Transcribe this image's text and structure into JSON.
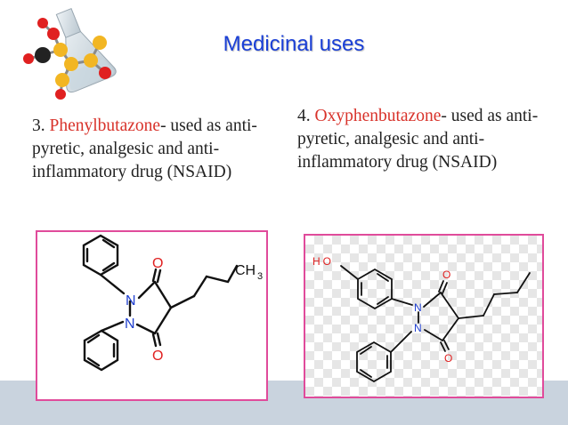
{
  "title": "Medicinal uses",
  "item3": {
    "number": "3. ",
    "drug": "Phenylbutazone",
    "rest": "- used as anti-pyretic, analgesic and anti-inflammatory drug (NSAID)"
  },
  "item4": {
    "number": "4. ",
    "drug": "Oxyphenbutazone",
    "rest": "- used as anti-pyretic, analgesic and anti-inflammatory drug (NSAID)"
  },
  "structure1": {
    "atom_O_top": "O",
    "atom_O_bottom": "O",
    "atom_N1": "N",
    "atom_N2": "N",
    "atom_CH": "CH",
    "atom_sub3": "3"
  },
  "structure2": {
    "atom_HO": "HO",
    "atom_O_top": "O",
    "atom_O_bottom": "O",
    "atom_N1": "N",
    "atom_N2": "N"
  },
  "colors": {
    "title": "#1a3fd6",
    "drug_name": "#d8322a",
    "frame": "#e04b9b",
    "oxygen": "#e02020",
    "nitrogen": "#2040d0"
  }
}
